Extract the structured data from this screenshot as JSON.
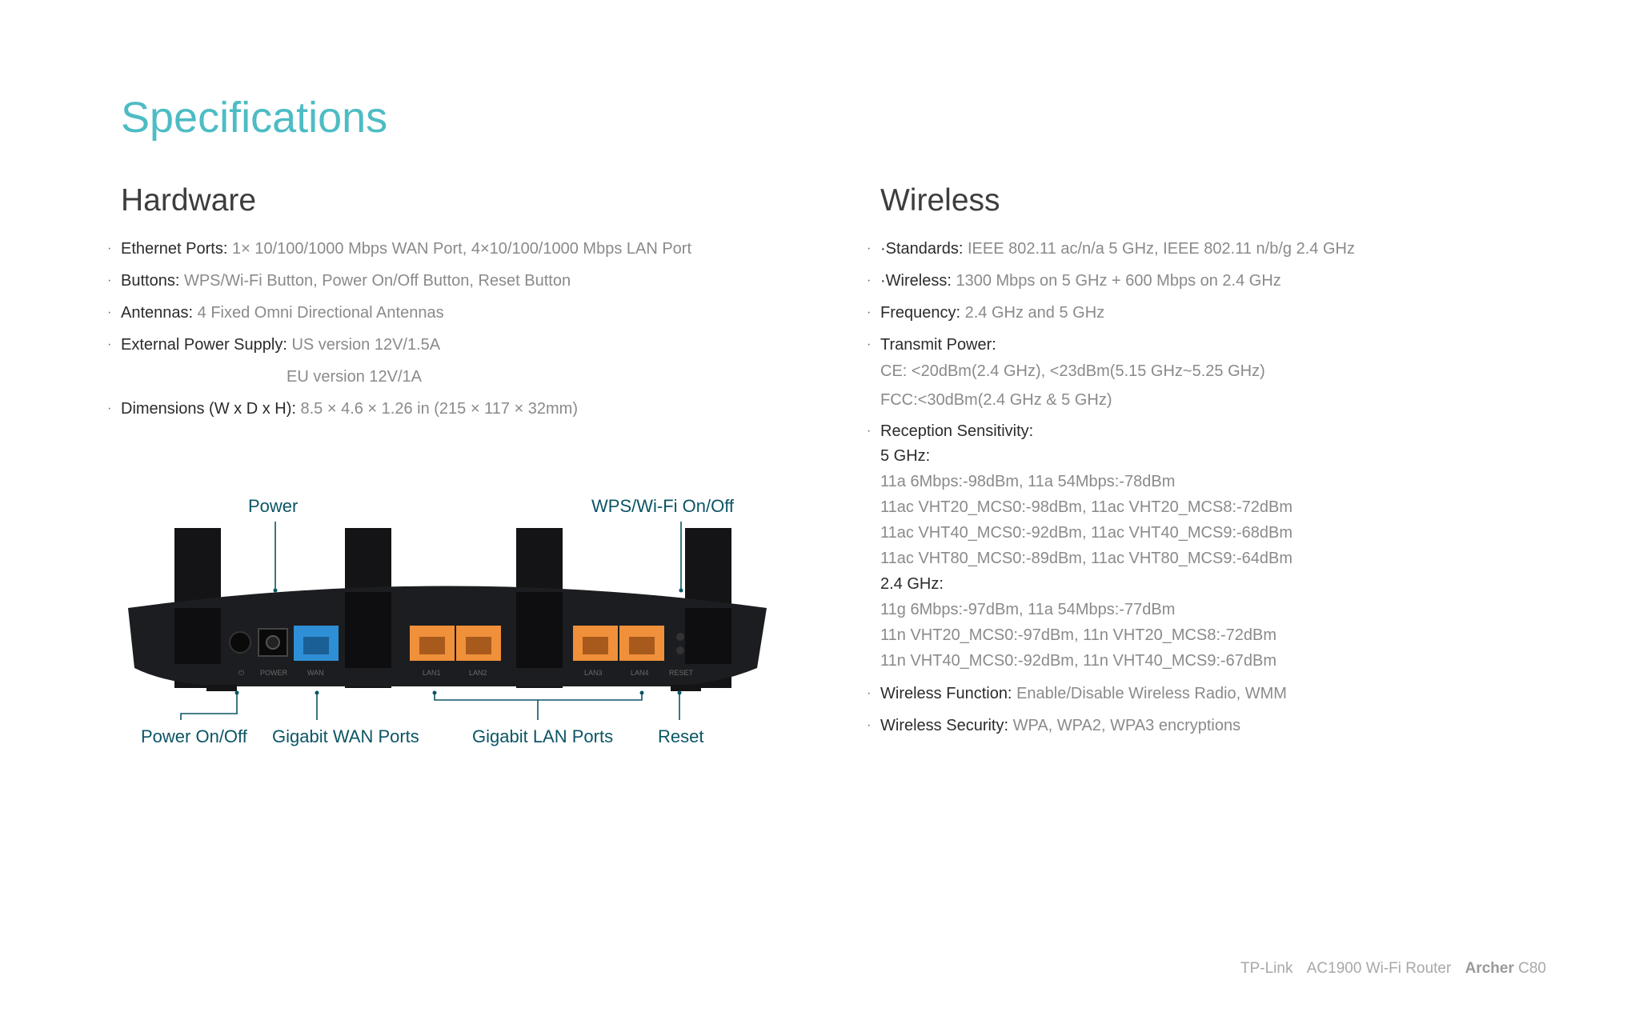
{
  "page_title": "Specifications",
  "hardware": {
    "title": "Hardware",
    "items": [
      {
        "key": "Ethernet Ports:",
        "value": "1× 10/100/1000 Mbps WAN Port, 4×10/100/1000 Mbps LAN Port"
      },
      {
        "key": "Buttons:",
        "value": "WPS/Wi-Fi Button, Power On/Off Button, Reset Button"
      },
      {
        "key": "Antennas:",
        "value": "4 Fixed Omni Directional Antennas"
      },
      {
        "key": "External Power Supply:",
        "value": "US version 12V/1.5A",
        "extra": "EU version 12V/1A"
      },
      {
        "key": "Dimensions (W x D x H):",
        "value": "8.5 × 4.6 × 1.26 in (215 × 117 × 32mm)"
      }
    ]
  },
  "wireless": {
    "title": "Wireless",
    "standards_key": "·Standards:",
    "standards_value": "IEEE 802.11 ac/n/a 5 GHz, IEEE 802.11 n/b/g 2.4 GHz",
    "wireless_key": "·Wireless:",
    "wireless_value": "1300 Mbps on 5 GHz + 600 Mbps on 2.4 GHz",
    "frequency_key": "Frequency:",
    "frequency_value": "2.4 GHz and 5 GHz",
    "transmit_key": "Transmit Power:",
    "transmit_lines": [
      "CE: <20dBm(2.4 GHz), <23dBm(5.15 GHz~5.25 GHz)",
      "FCC:<30dBm(2.4 GHz & 5 GHz)"
    ],
    "reception_key": "Reception Sensitivity:",
    "band5_label": "5 GHz:",
    "band5_lines": [
      "11a 6Mbps:-98dBm, 11a 54Mbps:-78dBm",
      "11ac VHT20_MCS0:-98dBm, 11ac VHT20_MCS8:-72dBm",
      "11ac VHT40_MCS0:-92dBm, 11ac VHT40_MCS9:-68dBm",
      "11ac VHT80_MCS0:-89dBm, 11ac VHT80_MCS9:-64dBm"
    ],
    "band24_label": "2.4 GHz:",
    "band24_lines": [
      "11g 6Mbps:-97dBm, 11a 54Mbps:-77dBm",
      "11n VHT20_MCS0:-97dBm, 11n VHT20_MCS8:-72dBm",
      "11n VHT40_MCS0:-92dBm, 11n VHT40_MCS9:-67dBm"
    ],
    "function_key": "Wireless Function:",
    "function_value": "Enable/Disable Wireless Radio, WMM",
    "security_key": "Wireless Security:",
    "security_value": "WPA, WPA2, WPA3 encryptions"
  },
  "figure": {
    "callouts": {
      "power": "Power",
      "wps": "WPS/Wi-Fi On/Off",
      "power_onoff": "Power On/Off",
      "wan": "Gigabit WAN Ports",
      "lan": "Gigabit LAN Ports",
      "reset": "Reset"
    },
    "port_labels": [
      "POWER",
      "WAN",
      "LAN1",
      "LAN2",
      "LAN3",
      "LAN4",
      "RESET"
    ],
    "colors": {
      "wan_port": "#2f8fd6",
      "lan_port": "#f0903a",
      "callout": "#0b5565",
      "router_body": "#1c1d20"
    }
  },
  "footer": {
    "brand": "TP-Link",
    "product": "AC1900 Wi-Fi Router",
    "model_bold": "Archer",
    "model": "C80"
  }
}
